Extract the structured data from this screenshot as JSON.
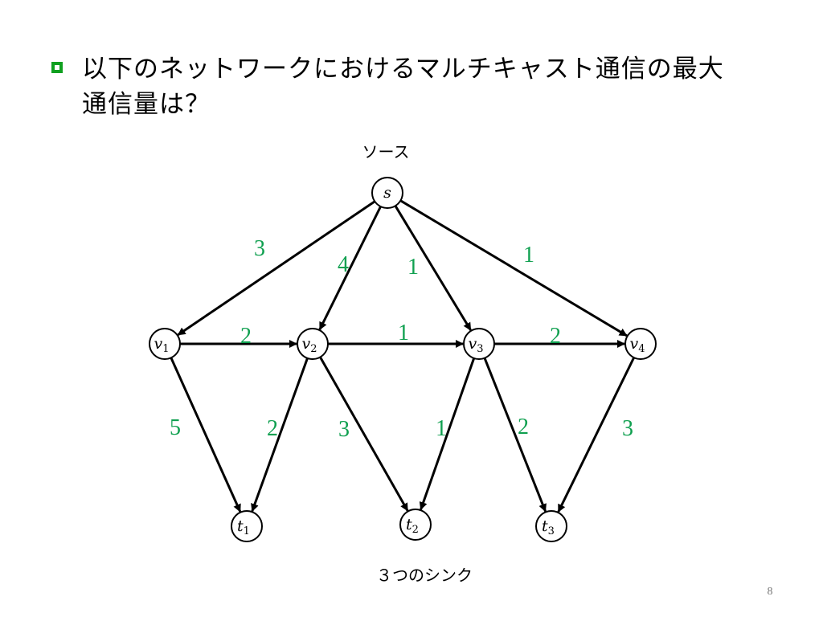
{
  "slide": {
    "question_line1": "以下のネットワークにおけるマルチキャスト通信の最大",
    "question_line2": "通信量は？",
    "source_caption": "ソース",
    "sink_caption": "３つのシンク",
    "page_number": "8",
    "accent_color": "#10a020",
    "capacity_color": "#10a050"
  },
  "graph": {
    "nodes": [
      {
        "id": "s",
        "label": "s",
        "sub": ""
      },
      {
        "id": "v1",
        "label": "v",
        "sub": "1"
      },
      {
        "id": "v2",
        "label": "v",
        "sub": "2"
      },
      {
        "id": "v3",
        "label": "v",
        "sub": "3"
      },
      {
        "id": "v4",
        "label": "v",
        "sub": "4"
      },
      {
        "id": "t1",
        "label": "t",
        "sub": "1"
      },
      {
        "id": "t2",
        "label": "t",
        "sub": "2"
      },
      {
        "id": "t3",
        "label": "t",
        "sub": "3"
      }
    ],
    "edges": [
      {
        "from": "s",
        "to": "v1",
        "capacity": "3"
      },
      {
        "from": "s",
        "to": "v2",
        "capacity": "4"
      },
      {
        "from": "s",
        "to": "v3",
        "capacity": "1"
      },
      {
        "from": "s",
        "to": "v4",
        "capacity": "1"
      },
      {
        "from": "v1",
        "to": "v2",
        "capacity": "2"
      },
      {
        "from": "v2",
        "to": "v3",
        "capacity": "1"
      },
      {
        "from": "v3",
        "to": "v4",
        "capacity": "2"
      },
      {
        "from": "v1",
        "to": "t1",
        "capacity": "5"
      },
      {
        "from": "v2",
        "to": "t1",
        "capacity": "2"
      },
      {
        "from": "v2",
        "to": "t2",
        "capacity": "3"
      },
      {
        "from": "v3",
        "to": "t2",
        "capacity": "1"
      },
      {
        "from": "v3",
        "to": "t3",
        "capacity": "2"
      },
      {
        "from": "v4",
        "to": "t3",
        "capacity": "3"
      }
    ]
  }
}
